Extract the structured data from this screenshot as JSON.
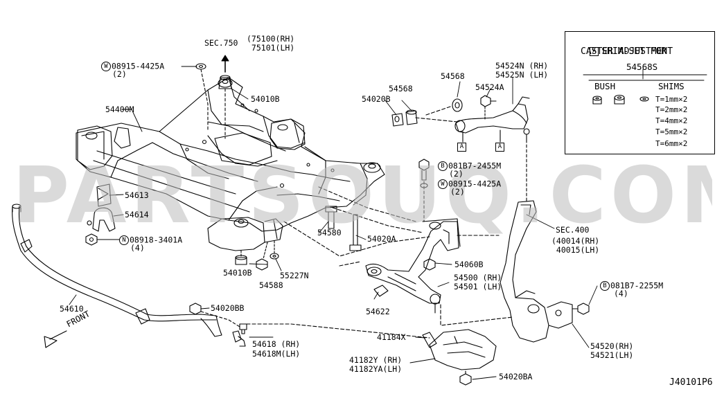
{
  "watermark": "PARTSOUQ.COM",
  "figure_code": "J40101P6",
  "legend": {
    "marker": "A",
    "title_line1": "SHIM-SET FOR",
    "title_line2": "CASTER ADJUSTMENT",
    "set_part": "54568S",
    "bush_label": "BUSH",
    "shims_label": "SHIMS",
    "shims": [
      "T=1mm×2",
      "T=2mm×2",
      "T=4mm×2",
      "T=5mm×2",
      "T=6mm×2"
    ]
  },
  "labels": {
    "sec750": "SEC.750",
    "sec750_rh": "(75100(RH)",
    "sec750_lh": " 75101(LH)",
    "w08915_top": "08915-4425A",
    "w08915_top_qty": "(2)",
    "p54010b_top": "54010B",
    "p54400m": "54400M",
    "p54613": "54613",
    "p54614": "54614",
    "n08918": "08918-3401A",
    "n08918_qty": "(4)",
    "p54610": "54610",
    "front": "FRONT",
    "p54020bb": "54020BB",
    "p54618_rh": "54618 (RH)",
    "p54618_lh": "54618M(LH)",
    "p54010b_bottom": "54010B",
    "p54588": "54588",
    "p55227n": "55227N",
    "p54580": "54580",
    "p54020a": "54020A",
    "p54568_left": "54568",
    "p54020b": "54020B",
    "p54568_mid": "54568",
    "p54524a": "54524A",
    "p54524n": "54524N (RH)",
    "p54525n": "54525N (LH)",
    "marker_a_left": "A",
    "marker_a_right": "A",
    "b081b7_2455": "081B7-2455M",
    "b081b7_2455_qty": "(2)",
    "w08915_mid": "08915-4425A",
    "w08915_mid_qty": "(2)",
    "sec400": "SEC.400",
    "sec400_rh": "(40014(RH)",
    "sec400_lh": " 40015(LH)",
    "p54060b": "54060B",
    "p54500": "54500 (RH)",
    "p54501": "54501 (LH)",
    "p54622": "54622",
    "b081b7_2255": "081B7-2255M",
    "b081b7_2255_qty": "(4)",
    "p54520": "54520(RH)",
    "p54521": "54521(LH)",
    "p41184x": "41184X",
    "p41182y": "41182Y (RH)",
    "p41182ya": "41182YA(LH)",
    "p54020ba": "54020BA",
    "sym_w": "W",
    "sym_n": "N",
    "sym_b": "B"
  },
  "colors": {
    "line": "#000000",
    "watermark": "#bdbdbd",
    "background": "#ffffff"
  }
}
